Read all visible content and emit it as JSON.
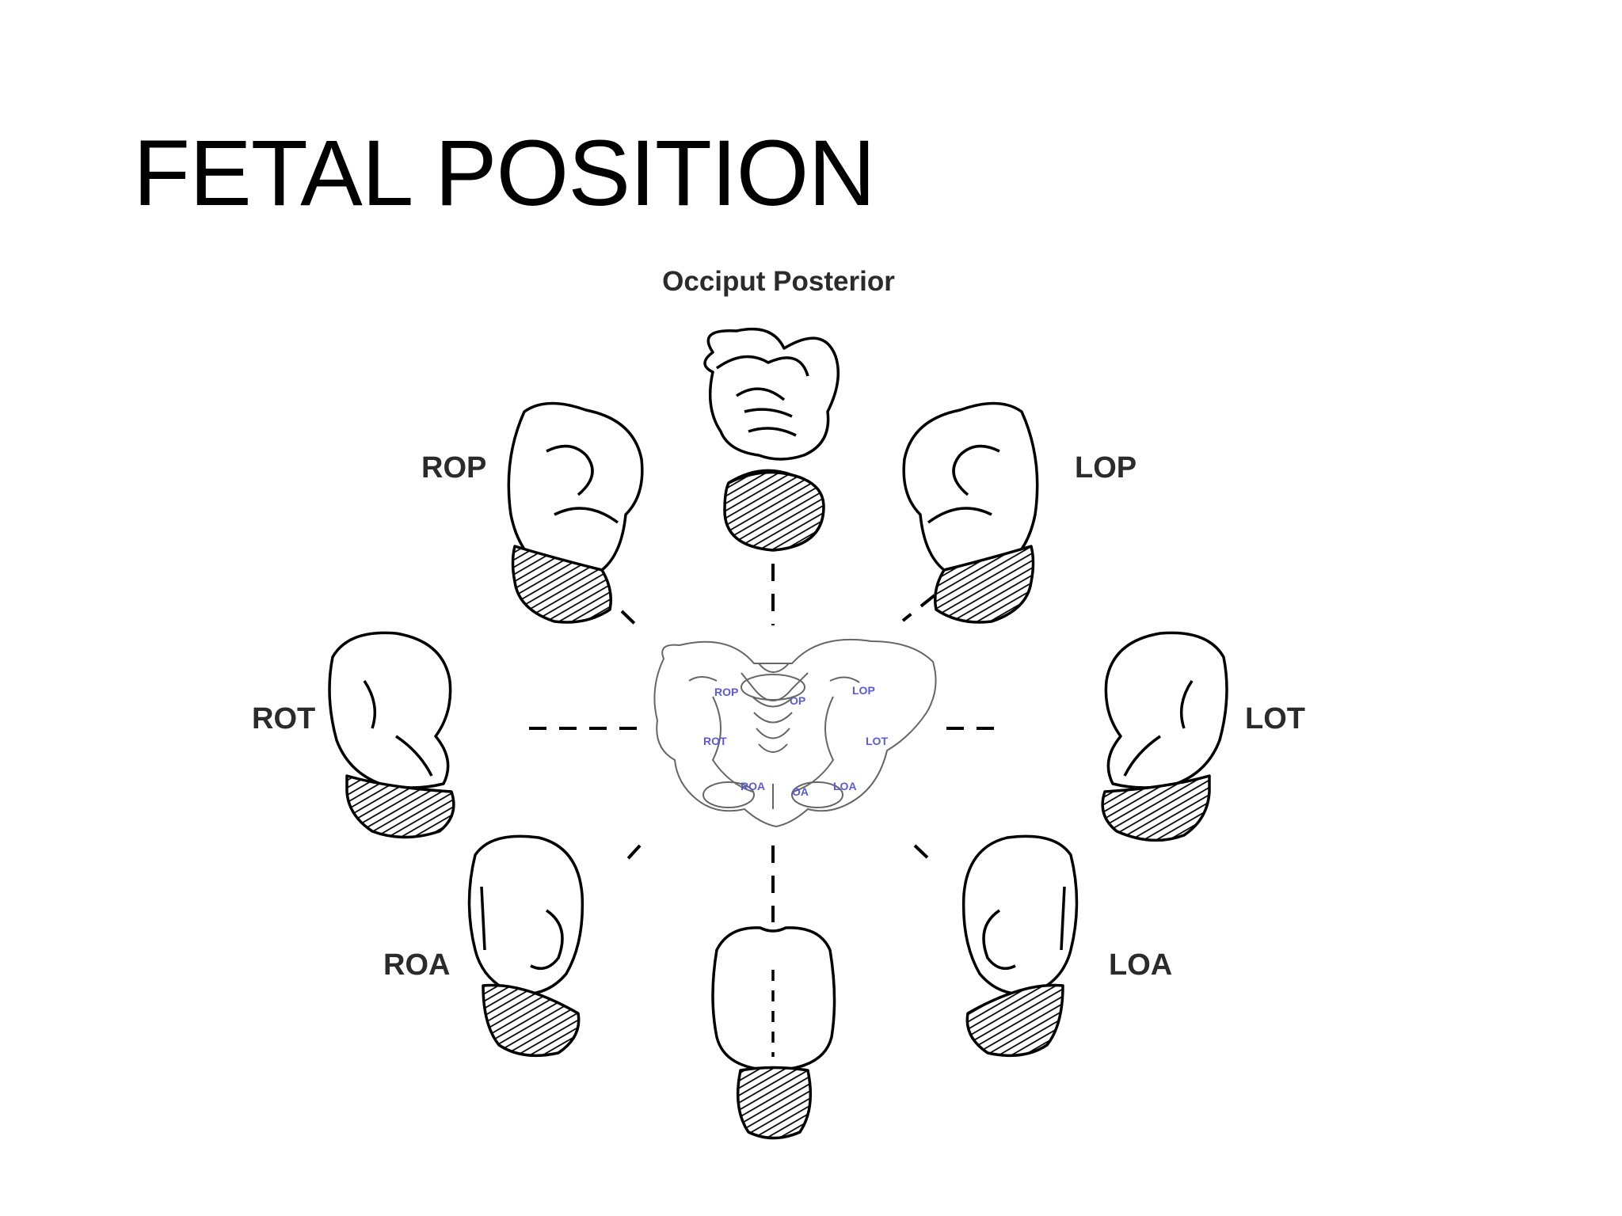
{
  "title": "FETAL POSITION",
  "diagram": {
    "top_label": "Occiput Posterior",
    "outer_labels": {
      "rop": "ROP",
      "lop": "LOP",
      "rot": "ROT",
      "lot": "LOT",
      "roa": "ROA",
      "loa": "LOA"
    },
    "pelvis_labels": {
      "rop": "ROP",
      "op": "OP",
      "lop": "LOP",
      "rot": "ROT",
      "lot": "LOT",
      "roa": "ROA",
      "oa": "OA",
      "loa": "LOA"
    },
    "colors": {
      "line": "#000000",
      "pelvis_line": "#666666",
      "pelvis_label": "#5b5bd6",
      "label_text": "#2b2b2b"
    }
  }
}
